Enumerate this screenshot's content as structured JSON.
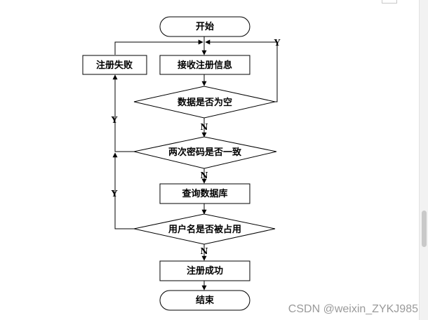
{
  "diagram": {
    "start": "开始",
    "receive_info": "接收注册信息",
    "data_empty_check": "数据是否为空",
    "password_match_check": "两次密码是否一致",
    "query_database": "查询数据库",
    "username_taken_check": "用户名是否被占用",
    "register_success": "注册成功",
    "register_fail": "注册失败",
    "end": "结束",
    "yes_label": "Y",
    "no_label": "N"
  },
  "watermark": "CSDN @weixin_ZYKJ985"
}
